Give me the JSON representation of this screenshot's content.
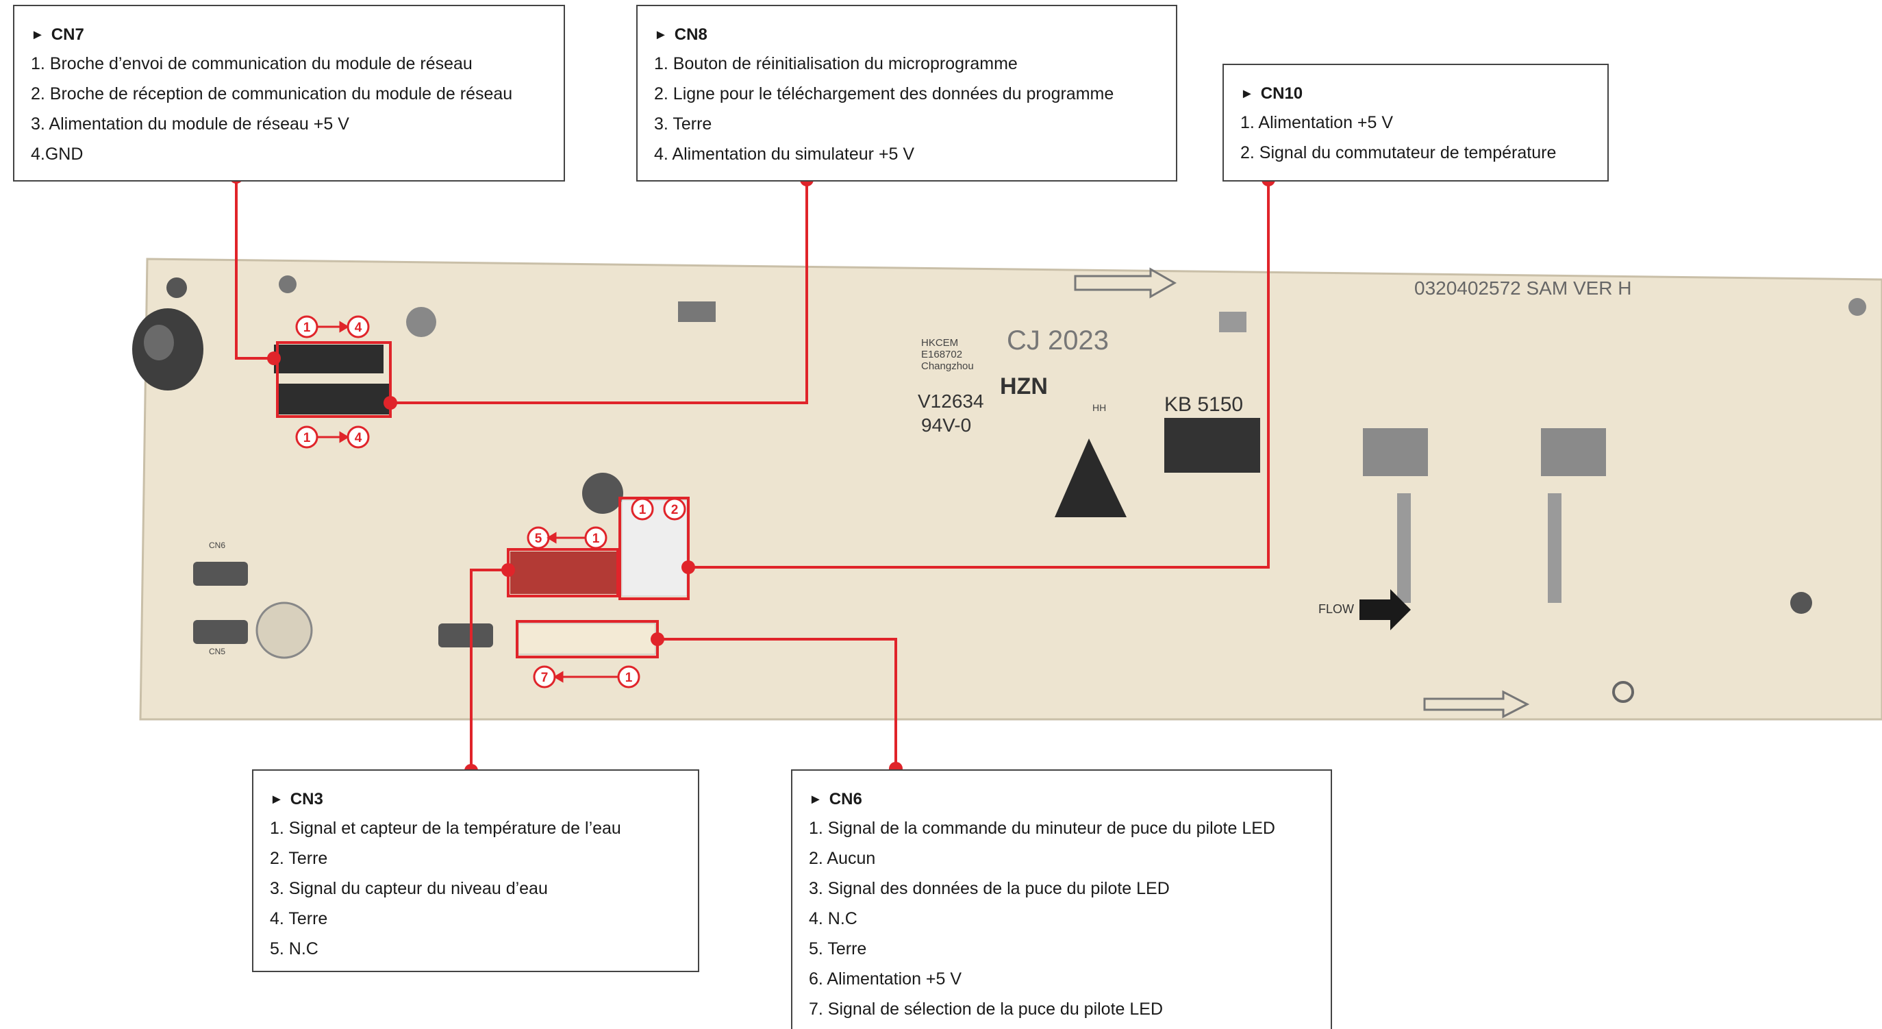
{
  "callouts": {
    "cn7": {
      "title": "CN7",
      "lines": [
        "1. Broche d’envoi de communication du module de réseau",
        "2. Broche de réception de communication du module de réseau",
        "3. Alimentation du module de réseau +5 V",
        "4.GND"
      ]
    },
    "cn8": {
      "title": "CN8",
      "lines": [
        "1. Bouton de réinitialisation du microprogramme",
        "2. Ligne pour le téléchargement des données du programme",
        "3. Terre",
        "4. Alimentation du simulateur +5 V"
      ]
    },
    "cn10": {
      "title": "CN10",
      "lines": [
        "1. Alimentation +5 V",
        "2. Signal du commutateur de température"
      ]
    },
    "cn3": {
      "title": "CN3",
      "lines": [
        "1. Signal et capteur de la température de l’eau",
        "2. Terre",
        "3. Signal du capteur du niveau d’eau",
        "4. Terre",
        "5.  N.C"
      ]
    },
    "cn6": {
      "title": "CN6",
      "lines": [
        "1. Signal de la commande du minuteur de puce du pilote LED",
        "2. Aucun",
        "3. Signal des données de la puce du pilote LED",
        "4. N.C",
        "5. Terre",
        "6. Alimentation +5 V",
        "7. Signal de sélection de la puce du pilote LED"
      ]
    }
  },
  "title_marker": "►",
  "pin_markers": {
    "cn7_top_start": "1",
    "cn7_top_end": "4",
    "cn8_bottom_start": "1",
    "cn8_bottom_end": "4",
    "cn3_start": "5",
    "cn3_end": "1",
    "cn10_pin1": "1",
    "cn10_pin2": "2",
    "cn6_start": "7",
    "cn6_end": "1"
  },
  "board_text": {
    "part_number": "0320402572  SAM  VER  H",
    "cj_mark": "CJ 2023",
    "hzn": "HZN",
    "v_rating": "V12634",
    "flame_rating": "94V-0",
    "kb_mark": "KB 5150",
    "flow": "FLOW",
    "hkcem": "HKCEM",
    "e_number": "E168702",
    "changzhou": "Changzhou",
    "cqc_sub": "HH",
    "cn6_silk": "CN6",
    "cn5_silk": "CN5"
  },
  "colors": {
    "leader": "#e0242a",
    "board": "#ece3cf",
    "box_border": "#444444"
  }
}
